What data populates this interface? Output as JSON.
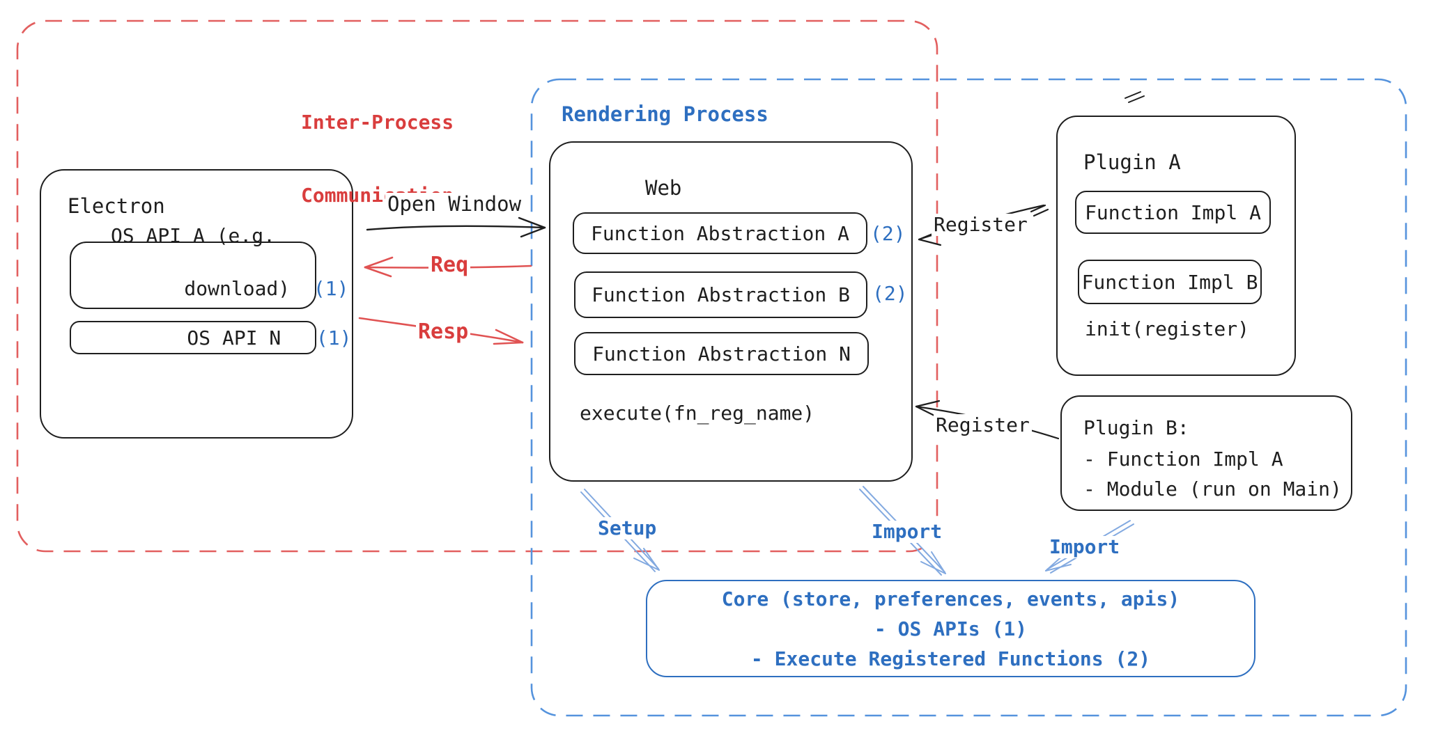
{
  "regions": {
    "ipc": {
      "label_line1": "Inter-Process",
      "label_line2": "Communication"
    },
    "rendering": {
      "label": "Rendering Process"
    }
  },
  "electron": {
    "title": "Electron",
    "api_a_line1": "OS API A (e.g.",
    "api_a_line2": "download)",
    "api_a_ref": "(1)",
    "api_n_label": "OS API N",
    "api_n_ref": "(1)"
  },
  "web": {
    "title": "Web",
    "fn_a": "Function Abstraction A",
    "fn_a_ref": "(2)",
    "fn_b": "Function Abstraction B",
    "fn_b_ref": "(2)",
    "fn_n": "Function Abstraction N",
    "execute_label": "execute(fn_reg_name)"
  },
  "plugin_a": {
    "title": "Plugin A",
    "impl_a": "Function Impl A",
    "impl_b": "Function Impl B",
    "init_label": "init(register)"
  },
  "plugin_b": {
    "title": "Plugin B:",
    "item_1": "- Function Impl A",
    "item_2": "- Module (run on Main)"
  },
  "core": {
    "line1": "Core (store, preferences, events, apis)",
    "line2": "- OS APIs (1)",
    "line3": "- Execute Registered Functions (2)"
  },
  "arrows": {
    "open_window": "Open Window",
    "req": "Req",
    "resp": "Resp",
    "register_a": "Register",
    "register_b": "Register",
    "setup": "Setup",
    "import_web": "Import",
    "import_plugin_b": "Import"
  },
  "colors": {
    "red_text": "#d93d3d",
    "red_dash": "#e25f5f",
    "blue_text": "#2e6fc0",
    "blue_dash": "#5593dd",
    "blue_arrow": "#82a9e0",
    "ink": "#1e1e1e"
  }
}
